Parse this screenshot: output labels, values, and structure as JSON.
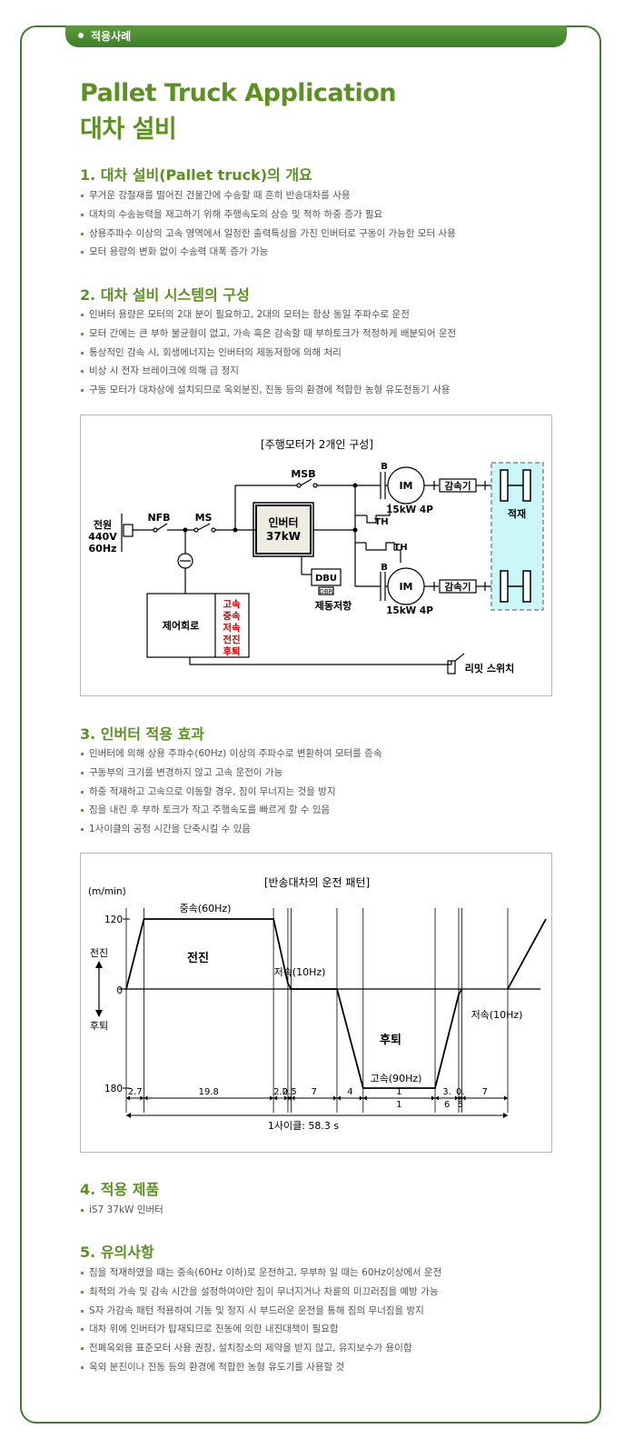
{
  "tab": {
    "label": "적용사례"
  },
  "title": {
    "en": "Pallet Truck Application",
    "ko": "대차 설비"
  },
  "sections": [
    {
      "heading": "1. 대차 설비(Pallet truck)의 개요",
      "items": [
        "무거운 강철재를 떨어진 건물간에 수송할 때 흔히 반송대차를 사용",
        "대차의 수송능력을 재고하기 위해 주행속도의 상승 및 적하 하중 증가 필요",
        "상용주파수 이상의 고속 영역에서 일정한 출력특성을 가진 인버터로 구동이 가능한 모터 사용",
        "모터 용량의 변화 없이 수송력 대폭 증가 가능"
      ]
    },
    {
      "heading": "2. 대차 설비 시스템의 구성",
      "items": [
        "인버터 용량은 모터의 2대 분이 필요하고, 2대의 모터는 항상 동일 주파수로 운전",
        "모터 간에는 큰 부하 불균형이 없고, 가속 혹은 감속할 때 부하토크가 적정하게 배분되어 운전",
        "통상적인 감속 시, 회생에너지는 인버터의 제동저항에 의해 처리",
        "비상 시 전자 브레이크에 의해 급 정지",
        "구동 모터가 대차상에 설치되므로 옥외분진, 진동 등의 환경에 적합한 농형 유도전동기 사용"
      ]
    },
    {
      "heading": "3. 인버터 적용 효과",
      "items": [
        "인버터에 의해 상용 주파수(60Hz) 이상의 주파수로 변환하여 모터를 증속",
        "구동부의 크기를 변경하지 않고 고속 운전이 가능",
        "하중 적재하고 고속으로 이동할 경우, 짐이 무너지는 것을 방지",
        "짐을 내린 후 부하 토크가 작고 주행속도를 빠르게 할 수 있음",
        "1사이클의 공정 시간을 단축시킬 수 있음"
      ]
    },
    {
      "heading": "4. 적용 제품",
      "items": [
        "iS7 37kW 인버터"
      ]
    },
    {
      "heading": "5. 유의사항",
      "items": [
        "짐을 적재하였을 때는 중속(60Hz 이하)로 운전하고, 무부하 일 때는 60Hz이상에서 운전",
        "최적의 가속 및 감속 시간을 설정하여야만 짐이 무너지거나 차륜의 미끄러짐을 예방 가능",
        "S자 가감속 패턴 적용하여 기동 및 정지 시 부드러운 운전을 통해 짐의 무너짐을 방지",
        "대차 위에 인버터가 탑재되므로 진동에 의한 내진대책이 필요함",
        "전폐옥외용 표준모터 사용 권장, 설치장소의 제약을 받지 않고, 유지보수가 용이함",
        "옥외 분진이나 진동 등의 환경에 적합한 농형 유도기를 사용할 것"
      ]
    }
  ],
  "diagram": {
    "title": "[주행모터가 2개인 구성]",
    "power": [
      "전원",
      "440V",
      "60Hz"
    ],
    "nfb": "NFB",
    "ms": "MS",
    "msb": "MSB",
    "inverter": [
      "인버터",
      "37kW"
    ],
    "dbu": "DBU",
    "dbr": "DBR",
    "brake_resistor": "제동저항",
    "control": "제어회로",
    "commands": [
      "고속",
      "중속",
      "저속",
      "전진",
      "후퇴"
    ],
    "brake": "B",
    "motor": "IM",
    "motor_rating": "15kW 4P",
    "thermal": "TH",
    "reducer": "감속기",
    "load": "적재",
    "limit_switch": "리밋 스위치",
    "command_color": "#cc0000",
    "load_fill": "#ccf7f8"
  },
  "chart_data": {
    "type": "line",
    "title": "[반송대차의 운전 패턴]",
    "ylabel": "(m/min)",
    "yticks": [
      "120",
      "0",
      "180"
    ],
    "direction_labels": {
      "forward": "전진",
      "reverse": "후퇴"
    },
    "region_labels": {
      "forward": "전진",
      "reverse": "후퇴"
    },
    "annotations": [
      "중속(60Hz)",
      "저속(10Hz)",
      "고속(90Hz)",
      "저속(10Hz)"
    ],
    "segments": [
      {
        "label": "2.7",
        "duration": 2.7
      },
      {
        "label": "19.8",
        "duration": 19.8
      },
      {
        "label": "2.2",
        "duration": 2.2
      },
      {
        "label": "0.5",
        "duration": 0.5
      },
      {
        "label": "7",
        "duration": 7
      },
      {
        "label": "4",
        "duration": 4
      },
      {
        "label": "1 1",
        "duration": 11
      },
      {
        "label": "3. 6",
        "duration": 3.6
      },
      {
        "label": "0. 5",
        "duration": 0.5
      },
      {
        "label": "7",
        "duration": 7
      }
    ],
    "total_label": "1사이클:  58.3  s",
    "series": [
      {
        "values": [
          0,
          120,
          120,
          10,
          10,
          0,
          0,
          -180,
          -180,
          -10,
          -10,
          0
        ]
      }
    ]
  },
  "colors": {
    "accent": "#5c9122",
    "frame": "#3f7f2c"
  }
}
